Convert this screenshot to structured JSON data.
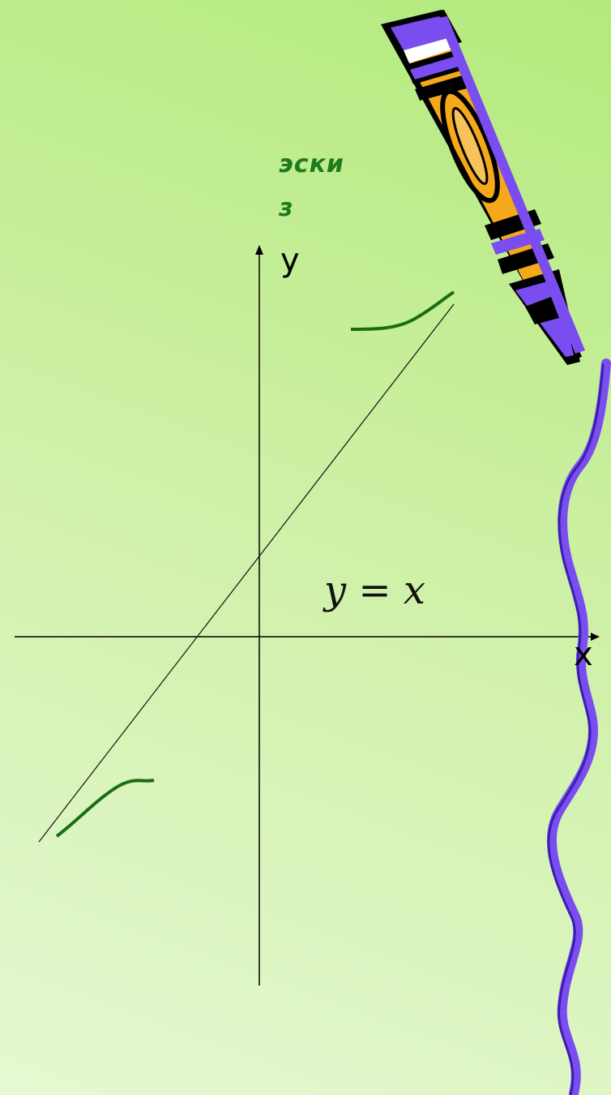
{
  "title_text": "эскиз",
  "title_line1": "эски",
  "title_line2": "з",
  "axes": {
    "x_label": "x",
    "y_label": "y"
  },
  "equation_label": "y = x",
  "colors": {
    "background": "#c8ee9a",
    "curve": "#1a6e12",
    "axis": "#000000",
    "wavy_line": "#7a4df0",
    "pencil_body": "#f5a91a",
    "pencil_stripe": "#7a4df0"
  },
  "icons": [
    "pencil-icon"
  ]
}
